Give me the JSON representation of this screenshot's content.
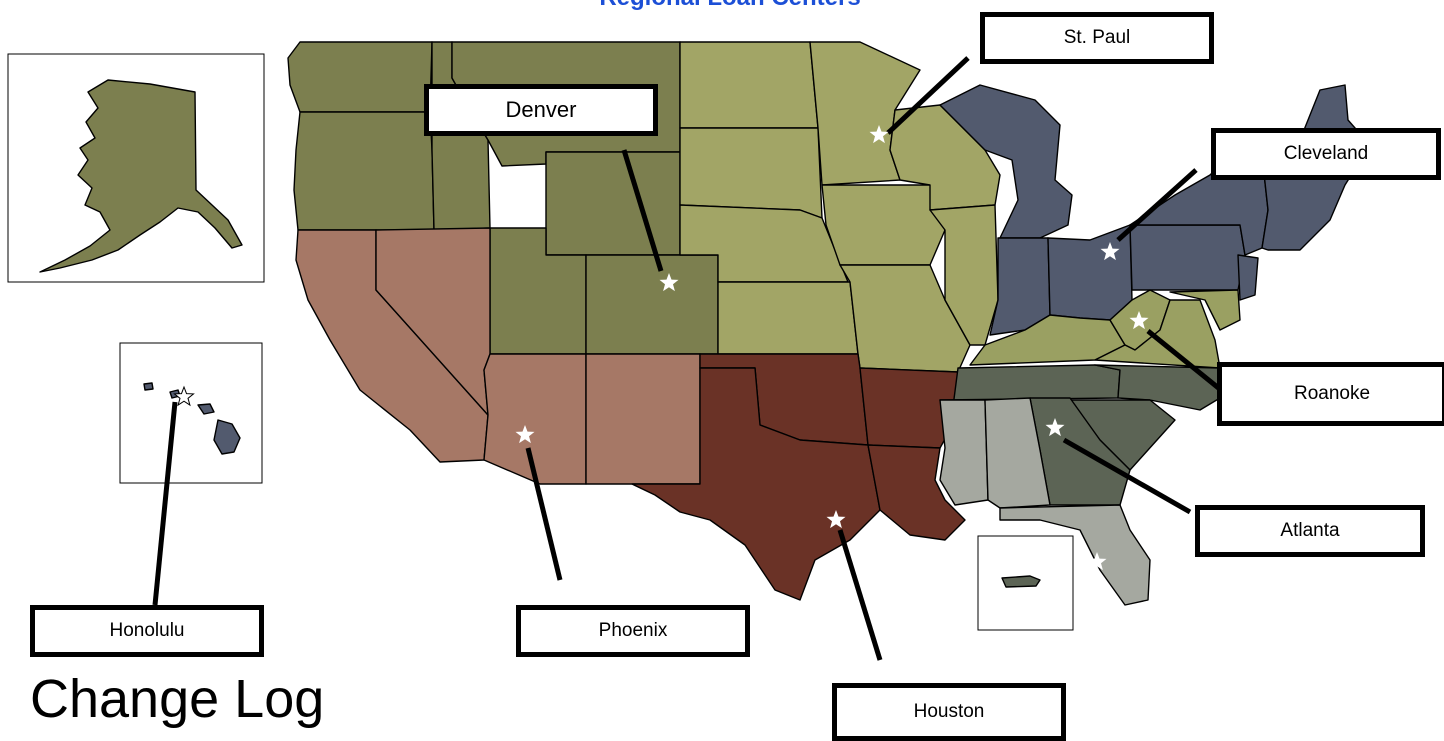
{
  "map": {
    "title": "Regional Loan Centers",
    "colors": {
      "northwest_region": "#7c7f4f",
      "midwest_region": "#a2a566",
      "west_region": "#a67866",
      "south_central_region": "#6a3226",
      "northeast_region": "#525a6e",
      "east_central_region": "#9aa062",
      "southeast_dark": "#5c6455",
      "southeast_light": "#a5a8a0",
      "border": "#000000",
      "star": "#ffffff"
    },
    "centers": [
      {
        "id": "st-paul",
        "label": "St. Paul"
      },
      {
        "id": "denver",
        "label": "Denver"
      },
      {
        "id": "cleveland",
        "label": "Cleveland"
      },
      {
        "id": "roanoke",
        "label": "Roanoke"
      },
      {
        "id": "atlanta",
        "label": "Atlanta"
      },
      {
        "id": "honolulu",
        "label": "Honolulu"
      },
      {
        "id": "phoenix",
        "label": "Phoenix"
      },
      {
        "id": "houston",
        "label": "Houston"
      }
    ]
  },
  "page": {
    "heading": "Change Log"
  }
}
